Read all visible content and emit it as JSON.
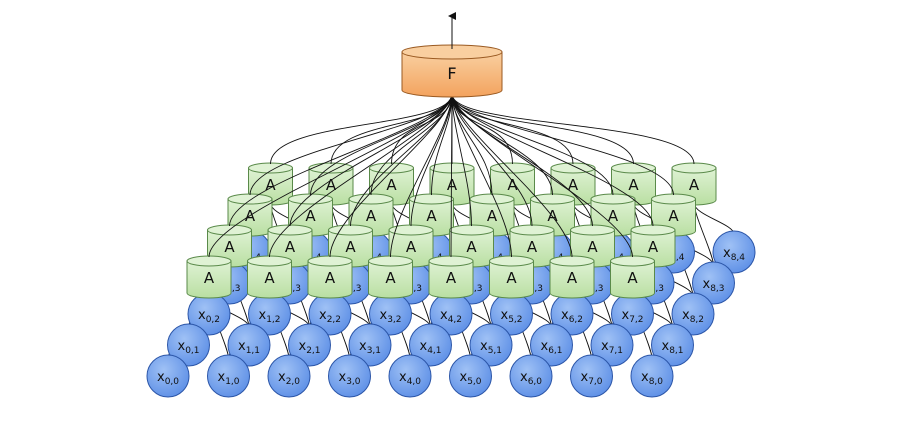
{
  "diagram": {
    "output_block_label": "F",
    "aggregator_label": "A",
    "input_symbol": "x",
    "grid_cols": 9,
    "grid_rows": 5,
    "aggregator_cols": 8,
    "aggregator_rows": 4
  },
  "colors": {
    "f_top": "#f9cfa0",
    "f_body": "#f3a35e",
    "f_stroke": "#9a5a22",
    "a_top": "#dff2d4",
    "a_body": "#b9dfa2",
    "a_stroke": "#5a8a4a",
    "x_fill": "#5d8fe6",
    "x_fill_light": "#9fc1f5",
    "x_stroke": "#2c56a8",
    "edge": "#111111"
  }
}
